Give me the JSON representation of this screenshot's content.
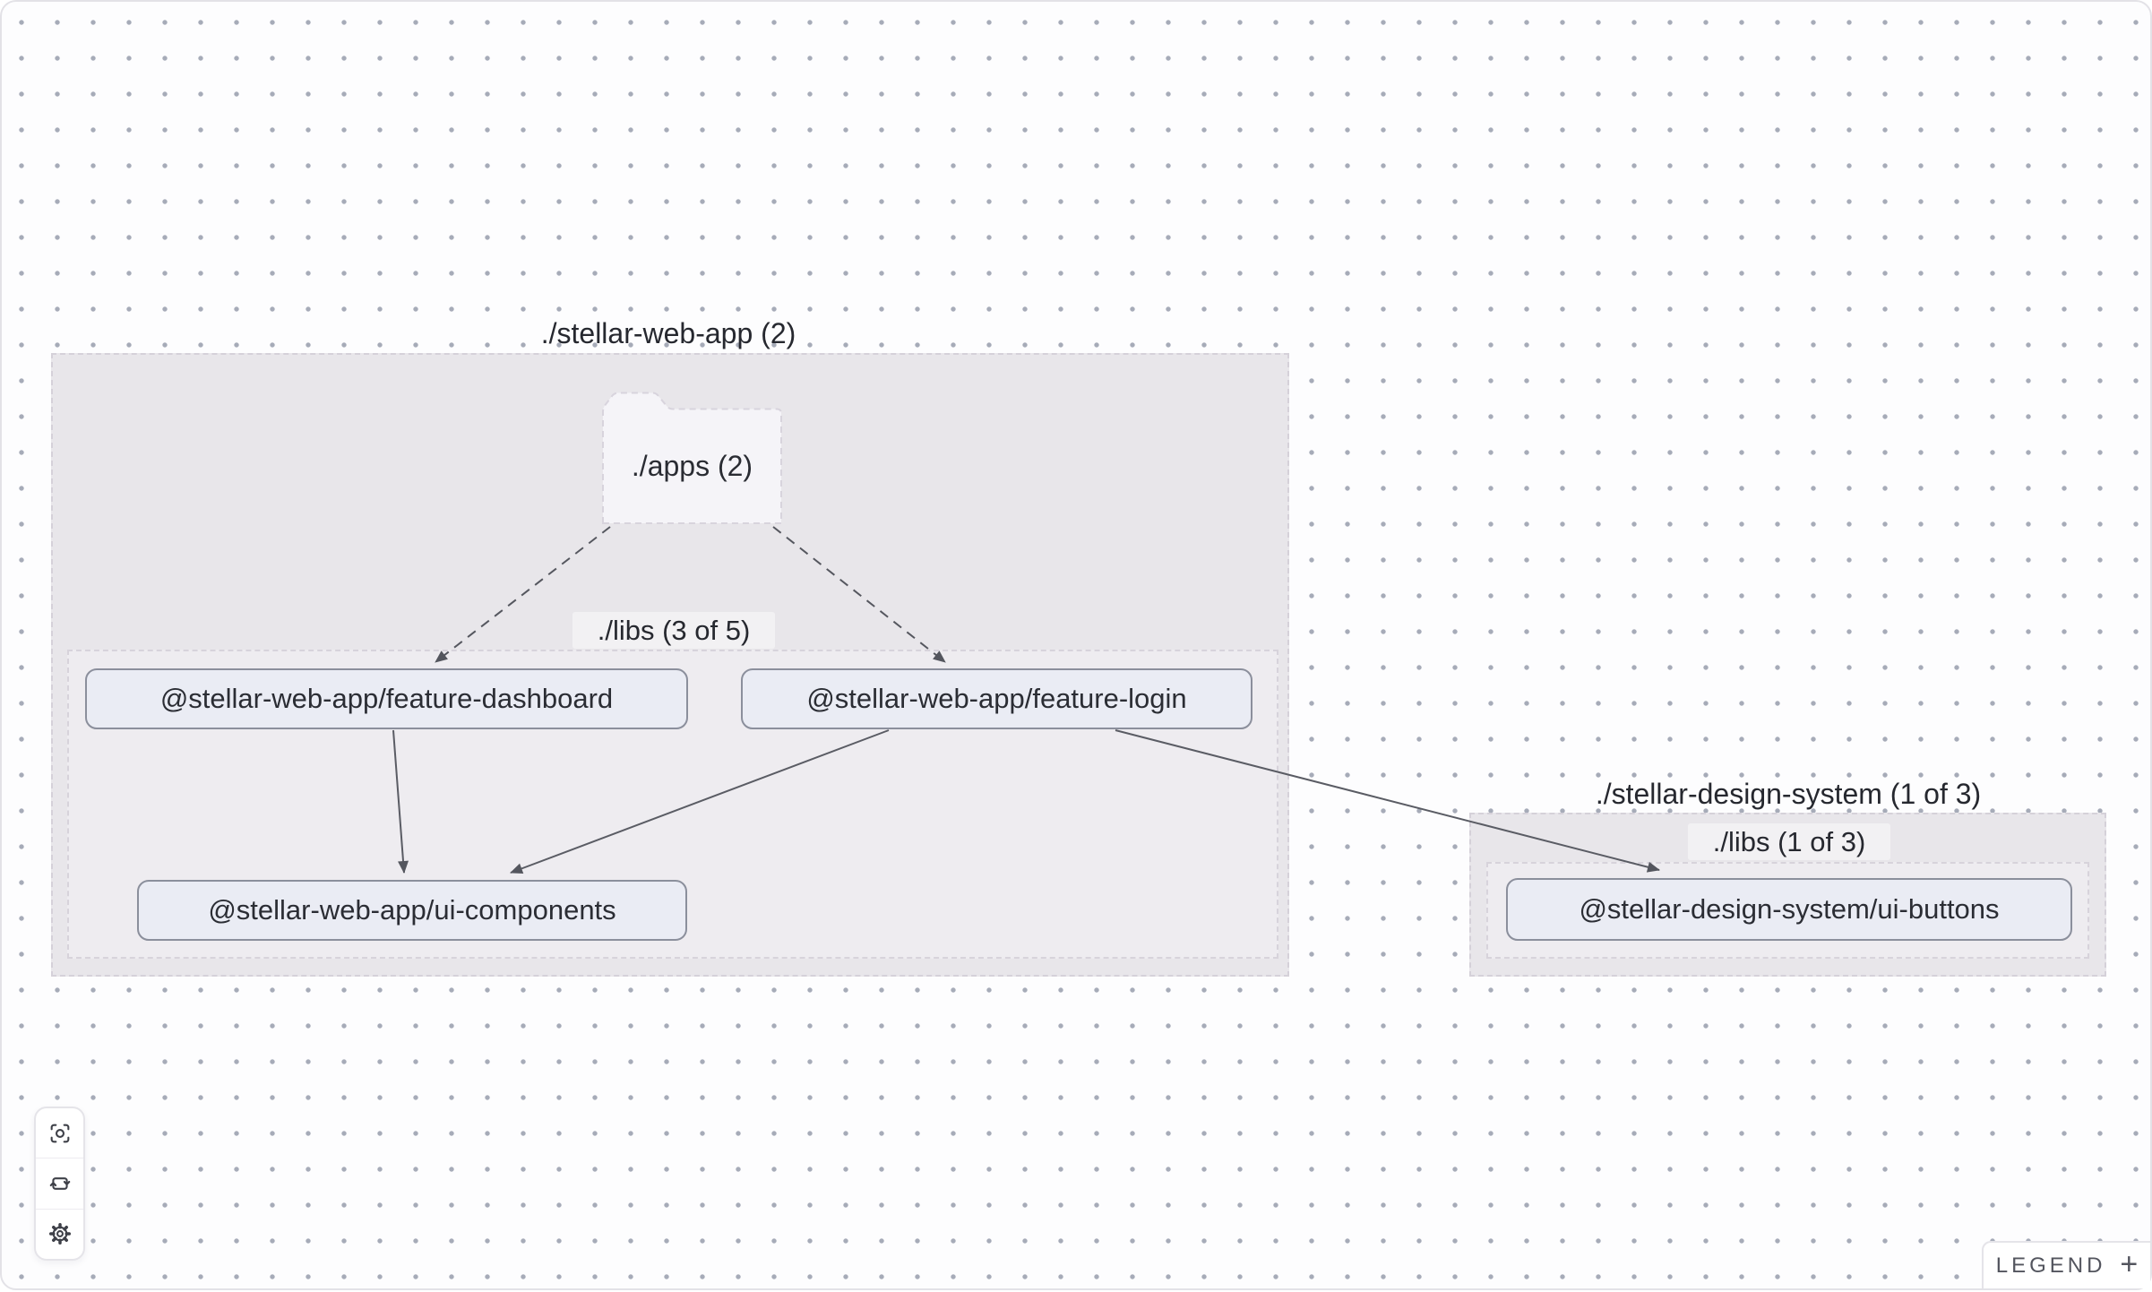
{
  "graph": {
    "groups": [
      {
        "title": "./stellar-web-app (2)",
        "folder_label": "./apps (2)",
        "libs_label": "./libs (3 of 5)"
      },
      {
        "title": "./stellar-design-system (1 of 3)",
        "libs_label": "./libs (1 of 3)"
      }
    ],
    "nodes": [
      {
        "id": "feature-dashboard",
        "label": "@stellar-web-app/feature-dashboard"
      },
      {
        "id": "feature-login",
        "label": "@stellar-web-app/feature-login"
      },
      {
        "id": "ui-components",
        "label": "@stellar-web-app/ui-components"
      },
      {
        "id": "ui-buttons",
        "label": "@stellar-design-system/ui-buttons"
      }
    ],
    "edges": [
      {
        "from": "./apps (2)",
        "to": "@stellar-web-app/feature-dashboard",
        "style": "dashed"
      },
      {
        "from": "./apps (2)",
        "to": "@stellar-web-app/feature-login",
        "style": "dashed"
      },
      {
        "from": "@stellar-web-app/feature-dashboard",
        "to": "@stellar-web-app/ui-components",
        "style": "solid"
      },
      {
        "from": "@stellar-web-app/feature-login",
        "to": "@stellar-web-app/ui-components",
        "style": "solid"
      },
      {
        "from": "@stellar-web-app/feature-login",
        "to": "@stellar-design-system/ui-buttons",
        "style": "solid"
      }
    ]
  },
  "toolbar": {
    "buttons": [
      {
        "icon": "focus"
      },
      {
        "icon": "refresh"
      },
      {
        "icon": "settings"
      }
    ]
  },
  "legend": {
    "label": "LEGEND",
    "expand_icon": "+"
  },
  "colors": {
    "canvas_bg": "#fdfdfe",
    "dot": "#a6abb8",
    "group_fill": "#e8e6ea",
    "group_border": "#d5d1d9",
    "folder_fill": "#f5f4f8",
    "node_fill": "#eaecf4",
    "node_border": "#8b8f9c",
    "edge": "#55575f",
    "text": "#2a2c33"
  }
}
